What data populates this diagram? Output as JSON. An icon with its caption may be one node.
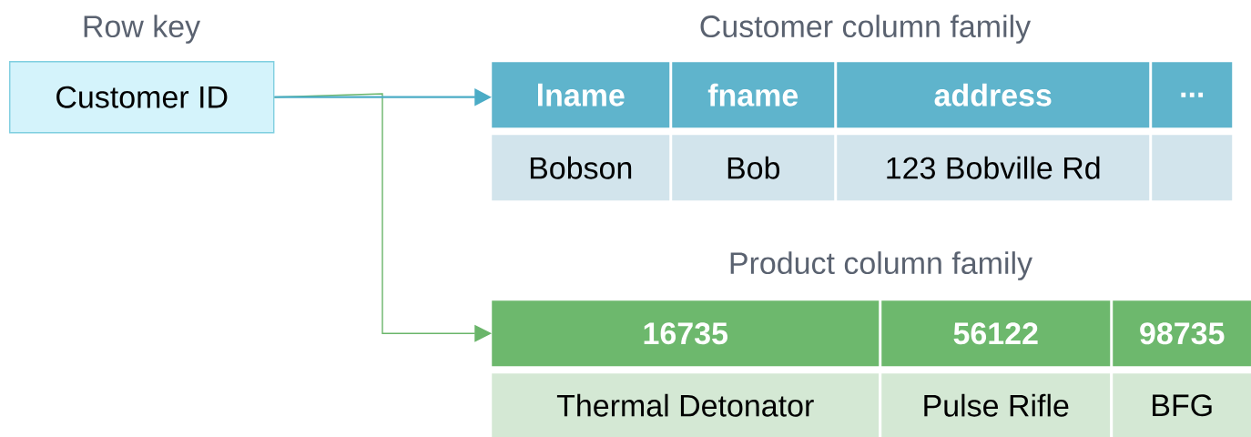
{
  "diagram": {
    "nodes": [
      {
        "text": [
          "Row key",
          "Customer ID"
        ]
      },
      {
        "text": [
          "lname"
        ]
      },
      {
        "text": [
          "fname"
        ]
      },
      {
        "text": [
          "address"
        ]
      },
      {
        "text": [
          "..."
        ]
      },
      {
        "text": [
          "Bobson"
        ]
      },
      {
        "text": [
          "Bob"
        ]
      },
      {
        "text": [
          "123 Bobville Rd"
        ]
      },
      {
        "text": [],
        "shape": "box"
      },
      {
        "text": [
          "16735"
        ]
      },
      {
        "text": [
          "56122"
        ]
      },
      {
        "text": [
          "98735"
        ]
      },
      {
        "text": [
          "Thermal Detonator"
        ]
      },
      {
        "text": [
          "Pulse Rifle"
        ]
      },
      {
        "text": [
          "BFG"
        ]
      }
    ],
    "edges": [
      {
        "from": 0,
        "to": 1,
        "arrow": "to",
        "color": "#4bacc6"
      },
      {
        "from": 0,
        "to": 9,
        "arrow": "to",
        "color": "#6ab56a"
      }
    ],
    "labels": [
      "Customer column family",
      "Product column family"
    ]
  }
}
